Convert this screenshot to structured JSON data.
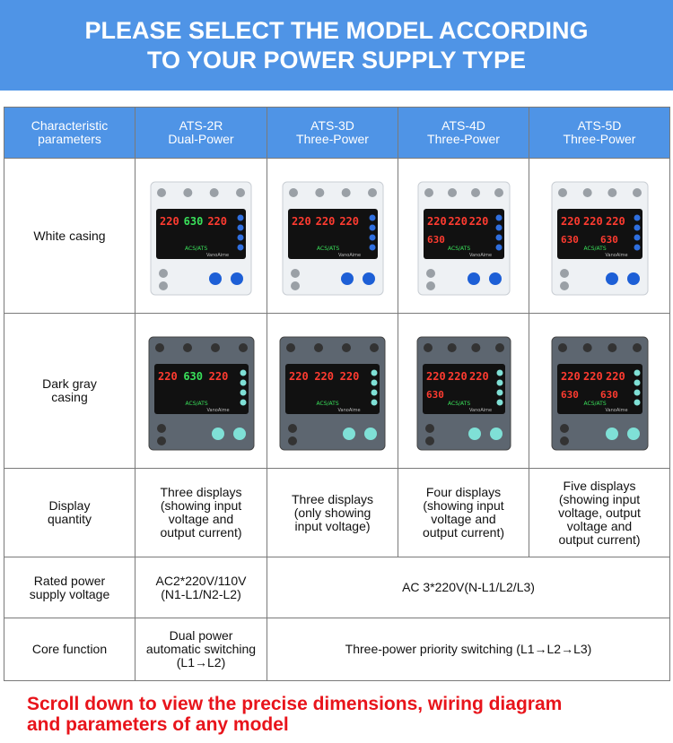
{
  "banner": {
    "line1": "PLEASE SELECT THE MODEL ACCORDING",
    "line2": "TO YOUR POWER SUPPLY TYPE"
  },
  "table": {
    "header": {
      "param_line1": "Characteristic",
      "param_line2": "parameters",
      "models": [
        {
          "name": "ATS-2R",
          "type": "Dual-Power"
        },
        {
          "name": "ATS-3D",
          "type": "Three-Power"
        },
        {
          "name": "ATS-4D",
          "type": "Three-Power"
        },
        {
          "name": "ATS-5D",
          "type": "Three-Power"
        }
      ]
    },
    "rows": {
      "white_casing": "White casing",
      "dark_gray_line1": "Dark gray",
      "dark_gray_line2": "casing",
      "display_line1": "Display",
      "display_line2": "quantity",
      "displays": [
        [
          "Three displays",
          "(showing input",
          "voltage and",
          "output current)"
        ],
        [
          "Three displays",
          "(only showing",
          "input voltage)"
        ],
        [
          "Four displays",
          "(showing input",
          "voltage and",
          "output current)"
        ],
        [
          "Five displays",
          "(showing input",
          "voltage, output",
          "voltage and",
          "output current)"
        ]
      ],
      "rated_line1": "Rated power",
      "rated_line2": "supply voltage",
      "rated_2r_line1": "AC2*220V/110V",
      "rated_2r_line2": "(N1-L1/N2-L2)",
      "rated_3": "AC 3*220V(N-L1/L2/L3)",
      "core_label": "Core function",
      "core_2r_line1": "Dual power",
      "core_2r_line2": "automatic switching",
      "core_2r_line3": "(L1→L2)",
      "core_3": "Three-power priority switching (L1→L2→L3)"
    }
  },
  "device": {
    "brand": "VanoAime",
    "acs_label": "ACS/ATS",
    "white_colors": {
      "body": "#eef1f4",
      "panel": "#111111",
      "button": "#1d5fd6"
    },
    "dark_colors": {
      "body": "#5d6670",
      "panel": "#111111",
      "button": "#7fe0d6"
    },
    "readings": {
      "r220": "220",
      "r630": "630"
    }
  },
  "footer": {
    "line1": "Scroll down to view the precise dimensions, wiring diagram",
    "line2": "and parameters of any model"
  }
}
